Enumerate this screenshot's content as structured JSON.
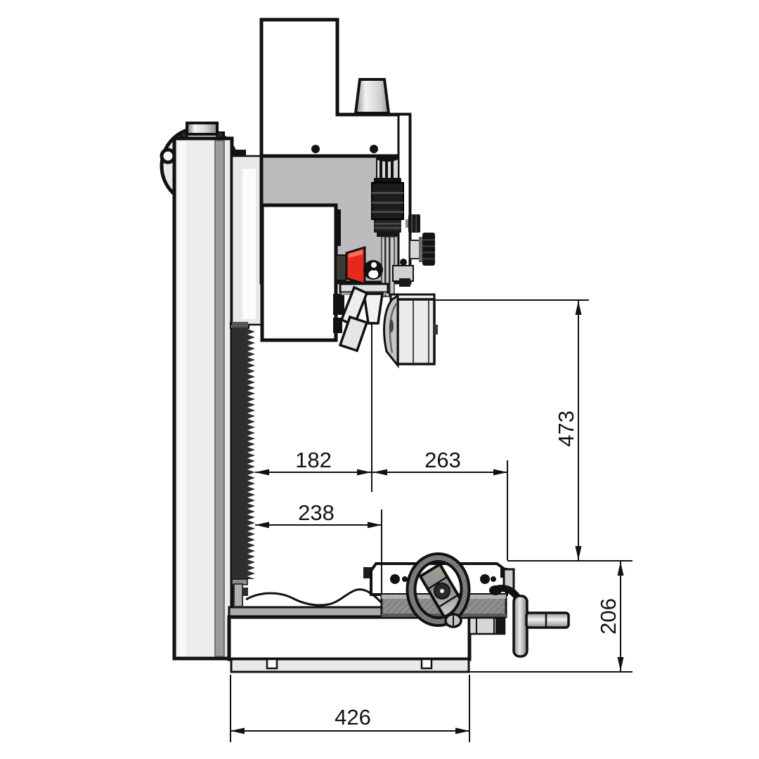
{
  "diagram": {
    "type": "technical-drawing",
    "subject": "benchtop milling machine side view with overall dimensions",
    "unit": "mm",
    "dimensions": {
      "column_to_spindle_axis": "182",
      "spindle_axis_to_table_end": "263",
      "column_to_saddle": "238",
      "spindle_nose_to_table": "473",
      "table_to_floor": "206",
      "base_depth": "426"
    }
  }
}
